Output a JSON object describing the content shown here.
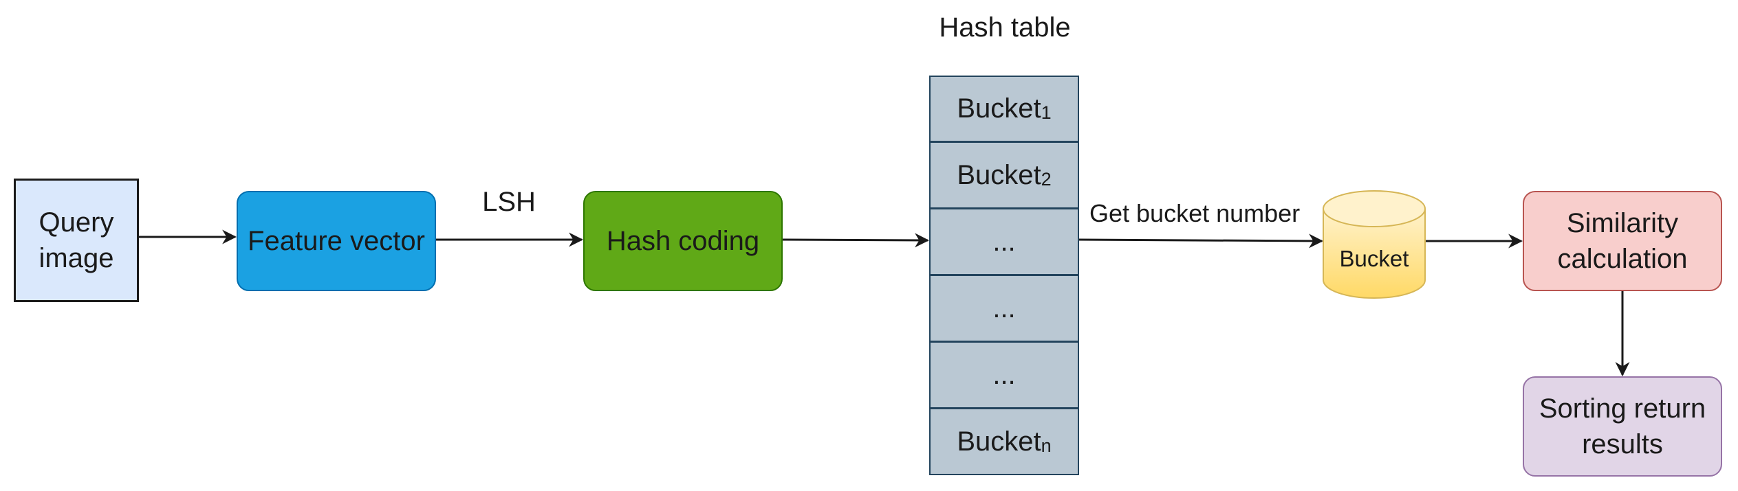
{
  "nodes": {
    "query_image": [
      "Query",
      "image"
    ],
    "feature_vector": "Feature vector",
    "hash_coding": "Hash coding",
    "similarity_calculation": [
      "Similarity",
      "calculation"
    ],
    "sorting_return_results": [
      "Sorting return",
      "results"
    ],
    "bucket_cylinder": "Bucket"
  },
  "hash_table": {
    "title": "Hash table",
    "rows": [
      {
        "text": "Bucket",
        "sub": "1"
      },
      {
        "text": "Bucket",
        "sub": "2"
      },
      {
        "text": "...",
        "sub": ""
      },
      {
        "text": "...",
        "sub": ""
      },
      {
        "text": "...",
        "sub": ""
      },
      {
        "text": "Bucket",
        "sub": "n"
      }
    ]
  },
  "edge_labels": {
    "lsh": "LSH",
    "get_bucket_number": "Get bucket number"
  },
  "colors": {
    "query_fill": "#dae8fc",
    "feature_fill": "#1ba1e2",
    "hash_coding_fill": "#60a917",
    "hash_table_fill": "#bac8d3",
    "bucket_fill": "#ffd966",
    "similarity_fill": "#f8cecc",
    "sorting_fill": "#e1d5e7"
  }
}
